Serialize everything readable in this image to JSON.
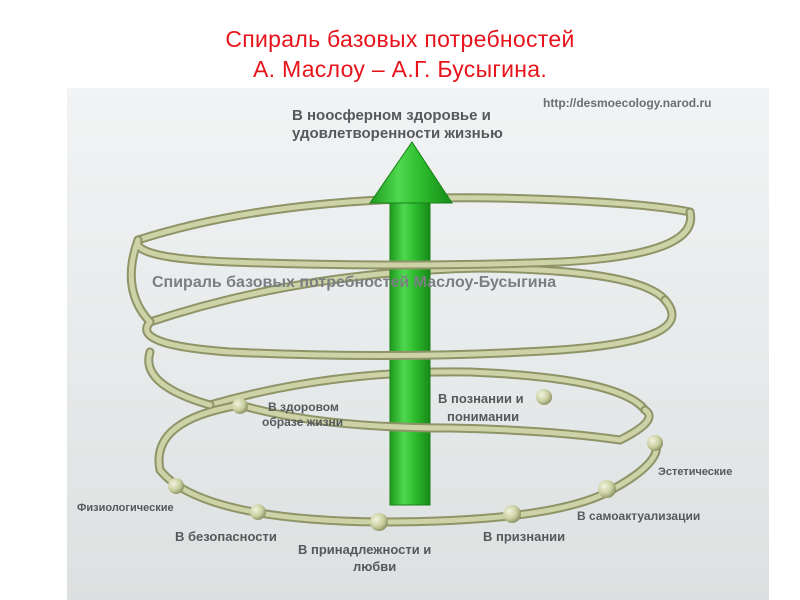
{
  "title": {
    "line1": "Спираль базовых потребностей",
    "line2": "А. Маслоу – А.Г. Бусыгина."
  },
  "url": "http://desmoecology.narod.ru",
  "top_label": {
    "line1": "В ноосферном здоровье и",
    "line2": "удовлетворенности жизнью"
  },
  "spiral_label": "Спираль базовых потребностей Маслоу-Бусыгина",
  "needs": {
    "physiological": "Физиологические",
    "safety": "В безопасности",
    "belonging_1": "В принадлежности и",
    "belonging_2": "любви",
    "recognition": "В признании",
    "self_actualization": "В самоактуализации",
    "aesthetic": "Эстетические",
    "knowledge_1": "В познании и",
    "knowledge_2": "понимании",
    "health_1": "В  здоровом",
    "health_2": "образе жизни"
  },
  "colors": {
    "title": "#e8141b",
    "arrow": "#2db52d",
    "spiral": "#c8cea0"
  }
}
